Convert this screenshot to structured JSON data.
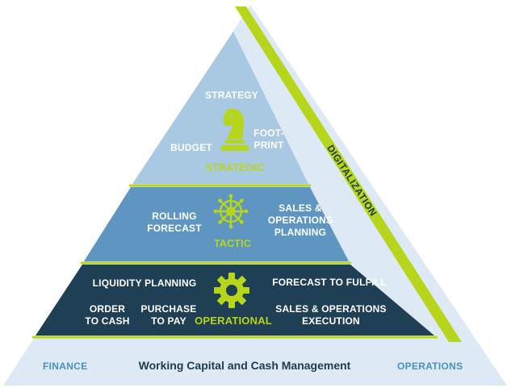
{
  "strategic": {
    "items": {
      "top": "STRATEGY",
      "left": "BUDGET",
      "right_line1": "FOOT-",
      "right_line2": "PRINT"
    },
    "tier_label": "STRATEGIC",
    "icon": "chess-knight-icon"
  },
  "tactic": {
    "left_line1": "ROLLING",
    "left_line2": "FORECAST",
    "right_line1": "SALES &",
    "right_line2": "OPERATIONS",
    "right_line3": "PLANNING",
    "tier_label": "TACTIC",
    "icon": "ship-wheel-icon"
  },
  "operational": {
    "top_left": "LIQUIDITY PLANNING",
    "top_right": "FORECAST TO FULFILL",
    "otc_line1": "ORDER",
    "otc_line2": "TO CASH",
    "ptp_line1": "PURCHASE",
    "ptp_line2": "TO PAY",
    "se_line1": "SALES & OPERATIONS",
    "se_line2": "EXECUTION",
    "tier_label": "OPERATIONAL",
    "icon": "gear-icon"
  },
  "side_band": "DIGITALIZATION",
  "base": {
    "left": "FINANCE",
    "center": "Working Capital and Cash Management",
    "right": "OPERATIONS"
  },
  "colors": {
    "outer": "#ddeaf5",
    "strategic": "#a9c8e2",
    "tactic": "#5e96c1",
    "operational": "#1f3f55",
    "accent": "#b6d51b",
    "text_dark": "#1f3a4f",
    "text_blue": "#4b8fc2"
  }
}
